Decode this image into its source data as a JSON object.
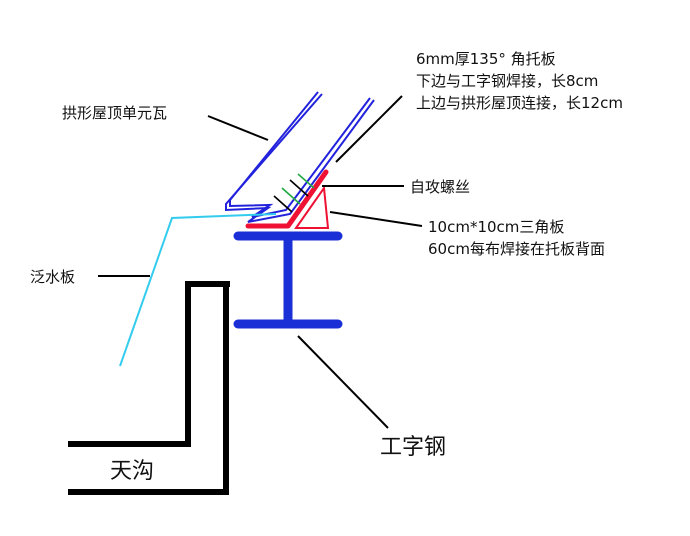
{
  "labels": {
    "tile": "拱形屋顶单元瓦",
    "bracket_line1": "6mm厚135° 角托板",
    "bracket_line2": "下边与工字钢焊接，长8cm",
    "bracket_line3": "上边与拱形屋顶连接，长12cm",
    "screw": "自攻螺丝",
    "triangle_line1": "10cm*10cm三角板",
    "triangle_line2": "60cm每布焊接在托板背面",
    "flashing": "泛水板",
    "ibeam": "工字钢",
    "gutter": "天沟"
  },
  "colors": {
    "tile": "#2222dd",
    "bracket": "#ee1133",
    "ibeam": "#1b2fd6",
    "flashing": "#33ccee",
    "gutter": "#000000",
    "leader": "#000000",
    "screw": "#000000",
    "screw_alt": "#22aa44"
  }
}
